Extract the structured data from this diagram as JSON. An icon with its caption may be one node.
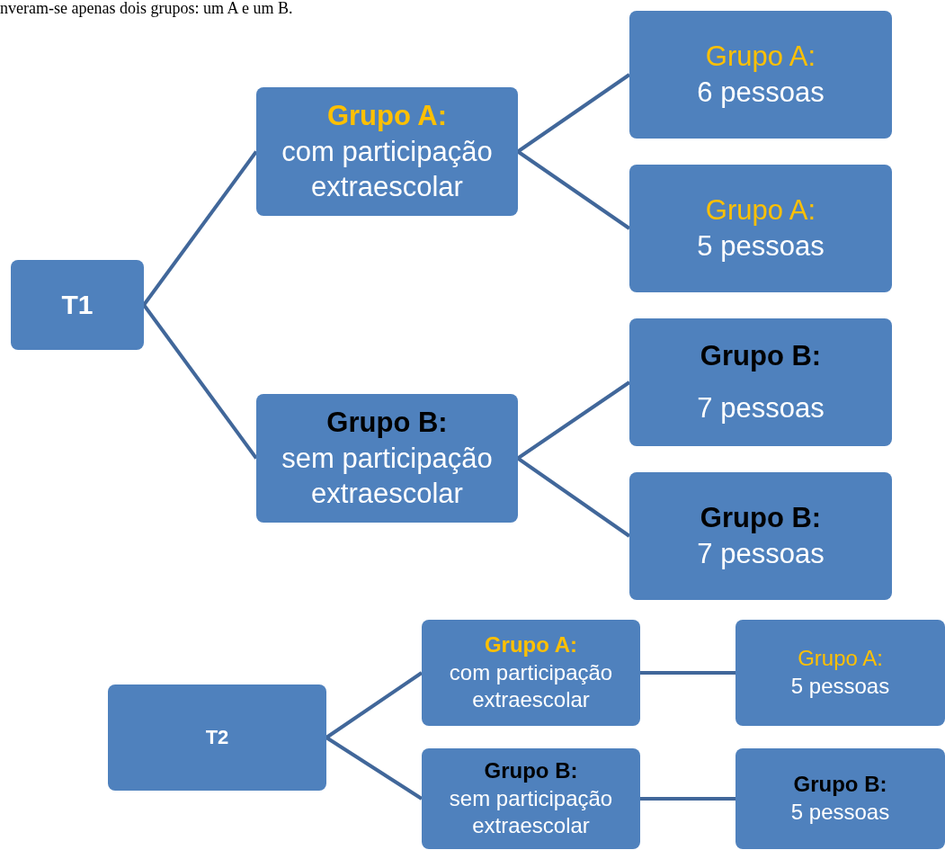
{
  "diagram": {
    "nodes": [
      {
        "text": [
          "T1"
        ]
      },
      {
        "text": [
          "Grupo A:",
          "com participação extraescolar"
        ]
      },
      {
        "text": [
          "Grupo B:",
          "sem participação extraescolar"
        ]
      },
      {
        "text": [
          "Grupo A:",
          "6 pessoas"
        ]
      },
      {
        "text": [
          "Grupo A:",
          "5 pessoas"
        ]
      },
      {
        "text": [
          "Grupo B:",
          "7 pessoas"
        ]
      },
      {
        "text": [
          "Grupo B:",
          "7 pessoas"
        ]
      },
      {
        "text": [
          "T2"
        ]
      },
      {
        "text": [
          "Grupo A:",
          "com participação extraescolar"
        ]
      },
      {
        "text": [
          "Grupo B:",
          "sem participação extraescolar"
        ]
      },
      {
        "text": [
          "Grupo A:",
          "5 pessoas"
        ]
      },
      {
        "text": [
          "Grupo B:",
          "5 pessoas"
        ]
      }
    ],
    "edges": [
      {
        "from": 0,
        "to": 1,
        "arrow": "none"
      },
      {
        "from": 0,
        "to": 2,
        "arrow": "none"
      },
      {
        "from": 1,
        "to": 3,
        "arrow": "none"
      },
      {
        "from": 1,
        "to": 4,
        "arrow": "none"
      },
      {
        "from": 2,
        "to": 5,
        "arrow": "none"
      },
      {
        "from": 2,
        "to": 6,
        "arrow": "none"
      },
      {
        "from": 7,
        "to": 8,
        "arrow": "none"
      },
      {
        "from": 7,
        "to": 9,
        "arrow": "none"
      },
      {
        "from": 8,
        "to": 10,
        "arrow": "none"
      },
      {
        "from": 9,
        "to": 11,
        "arrow": "none"
      }
    ],
    "labels": [
      "nveram-se apenas dois grupos: um A e um B."
    ]
  }
}
